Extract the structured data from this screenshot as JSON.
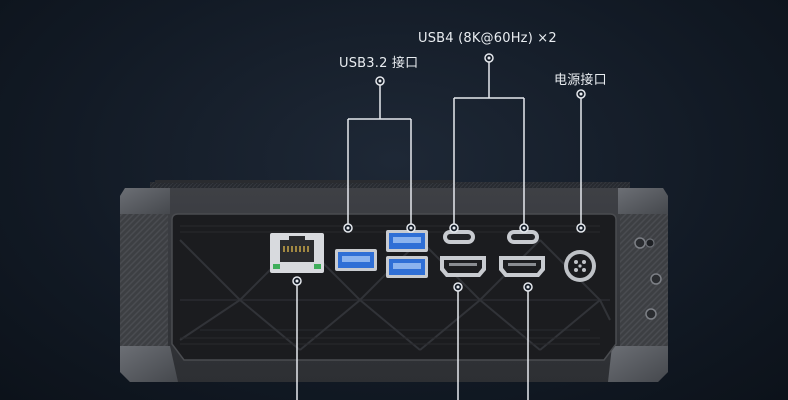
{
  "labels": {
    "usb32": "USB3.2 接口",
    "usb4": "USB4 (8K@60Hz) ×2",
    "power": "电源接口"
  },
  "icons": [
    "ethernet-port-icon",
    "usb-a-port-icon",
    "usb-c-port-icon",
    "hdmi-port-icon",
    "dc-power-port-icon"
  ],
  "colors": {
    "background": "#121a25",
    "chassis": "#3a3c40",
    "panel": "#1c1d20",
    "usb_blue": "#2f6fd6",
    "callout": "#e6e9ee"
  }
}
